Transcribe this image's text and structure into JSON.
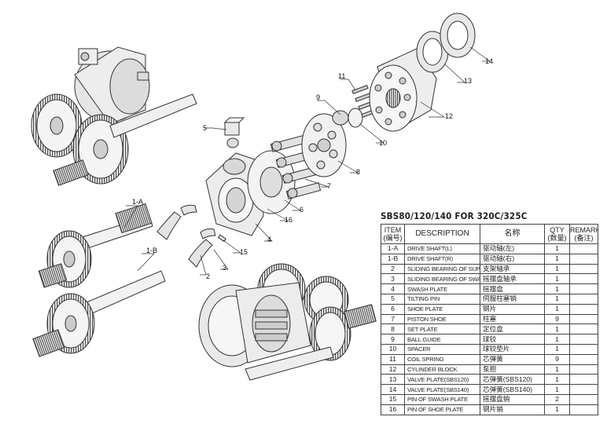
{
  "labels": {
    "l1a": "1-A",
    "l1b": "1-B",
    "l2": "2",
    "l3": "3",
    "l4": "4",
    "l5": "5",
    "l6": "6",
    "l7": "7",
    "l8": "8",
    "l9": "9",
    "l10": "10",
    "l11": "11",
    "l12": "12",
    "l13": "13",
    "l14": "14",
    "l15": "15",
    "l16": "16"
  },
  "table": {
    "title": "SBS80/120/140 FOR 320C/325C",
    "headers": {
      "item": "ITEM",
      "item_sub": "(编号)",
      "description": "DESCRIPTION",
      "name": "名称",
      "qty": "QTY",
      "qty_sub": "(数量)",
      "remark": "REMARK",
      "remark_sub": "(备注)"
    },
    "rows": [
      {
        "item": "1-A",
        "description": "DRIVE SHAFT(L)",
        "name": "驱动轴(左)",
        "qty": "1",
        "remark": ""
      },
      {
        "item": "1-B",
        "description": "DRIVE SHAFT(R)",
        "name": "驱动轴(右)",
        "qty": "1",
        "remark": ""
      },
      {
        "item": "2",
        "description": "SLIDING BEARING OF SUPPORT",
        "name": "支架轴承",
        "qty": "1",
        "remark": ""
      },
      {
        "item": "3",
        "description": "SLIDING BEARING OF SWASH PLATE",
        "name": "摇摆盘轴承",
        "qty": "1",
        "remark": ""
      },
      {
        "item": "4",
        "description": "SWASH PLATE",
        "name": "摇摆盘",
        "qty": "1",
        "remark": ""
      },
      {
        "item": "5",
        "description": "TILTING PIN",
        "name": "伺服柱塞销",
        "qty": "1",
        "remark": ""
      },
      {
        "item": "6",
        "description": "SHOE PLATE",
        "name": "钢片",
        "qty": "1",
        "remark": ""
      },
      {
        "item": "7",
        "description": "PISTON SHOE",
        "name": "柱塞",
        "qty": "9",
        "remark": ""
      },
      {
        "item": "8",
        "description": "SET PLATE",
        "name": "定位盘",
        "qty": "1",
        "remark": ""
      },
      {
        "item": "9",
        "description": "BALL GUIDE",
        "name": "球铰",
        "qty": "1",
        "remark": ""
      },
      {
        "item": "10",
        "description": "SPACER",
        "name": "球铰垫片",
        "qty": "1",
        "remark": ""
      },
      {
        "item": "11",
        "description": "COIL SPRING",
        "name": "芯弹簧",
        "qty": "9",
        "remark": ""
      },
      {
        "item": "12",
        "description": "CYLINDER BLOCK",
        "name": "泵胆",
        "qty": "1",
        "remark": ""
      },
      {
        "item": "13",
        "description": "VALVE PLATE(SBS120)",
        "name": "芯弹簧(SBS120)",
        "qty": "1",
        "remark": ""
      },
      {
        "item": "14",
        "description": "VALVE PLATE(SBS140)",
        "name": "芯弹簧(SBS140)",
        "qty": "1",
        "remark": ""
      },
      {
        "item": "15",
        "description": "PIN OF SWASH PLATE",
        "name": "摇摆盘销",
        "qty": "2",
        "remark": ""
      },
      {
        "item": "16",
        "description": "PIN OF SHOE PLATE",
        "name": "钢片销",
        "qty": "1",
        "remark": ""
      }
    ]
  }
}
